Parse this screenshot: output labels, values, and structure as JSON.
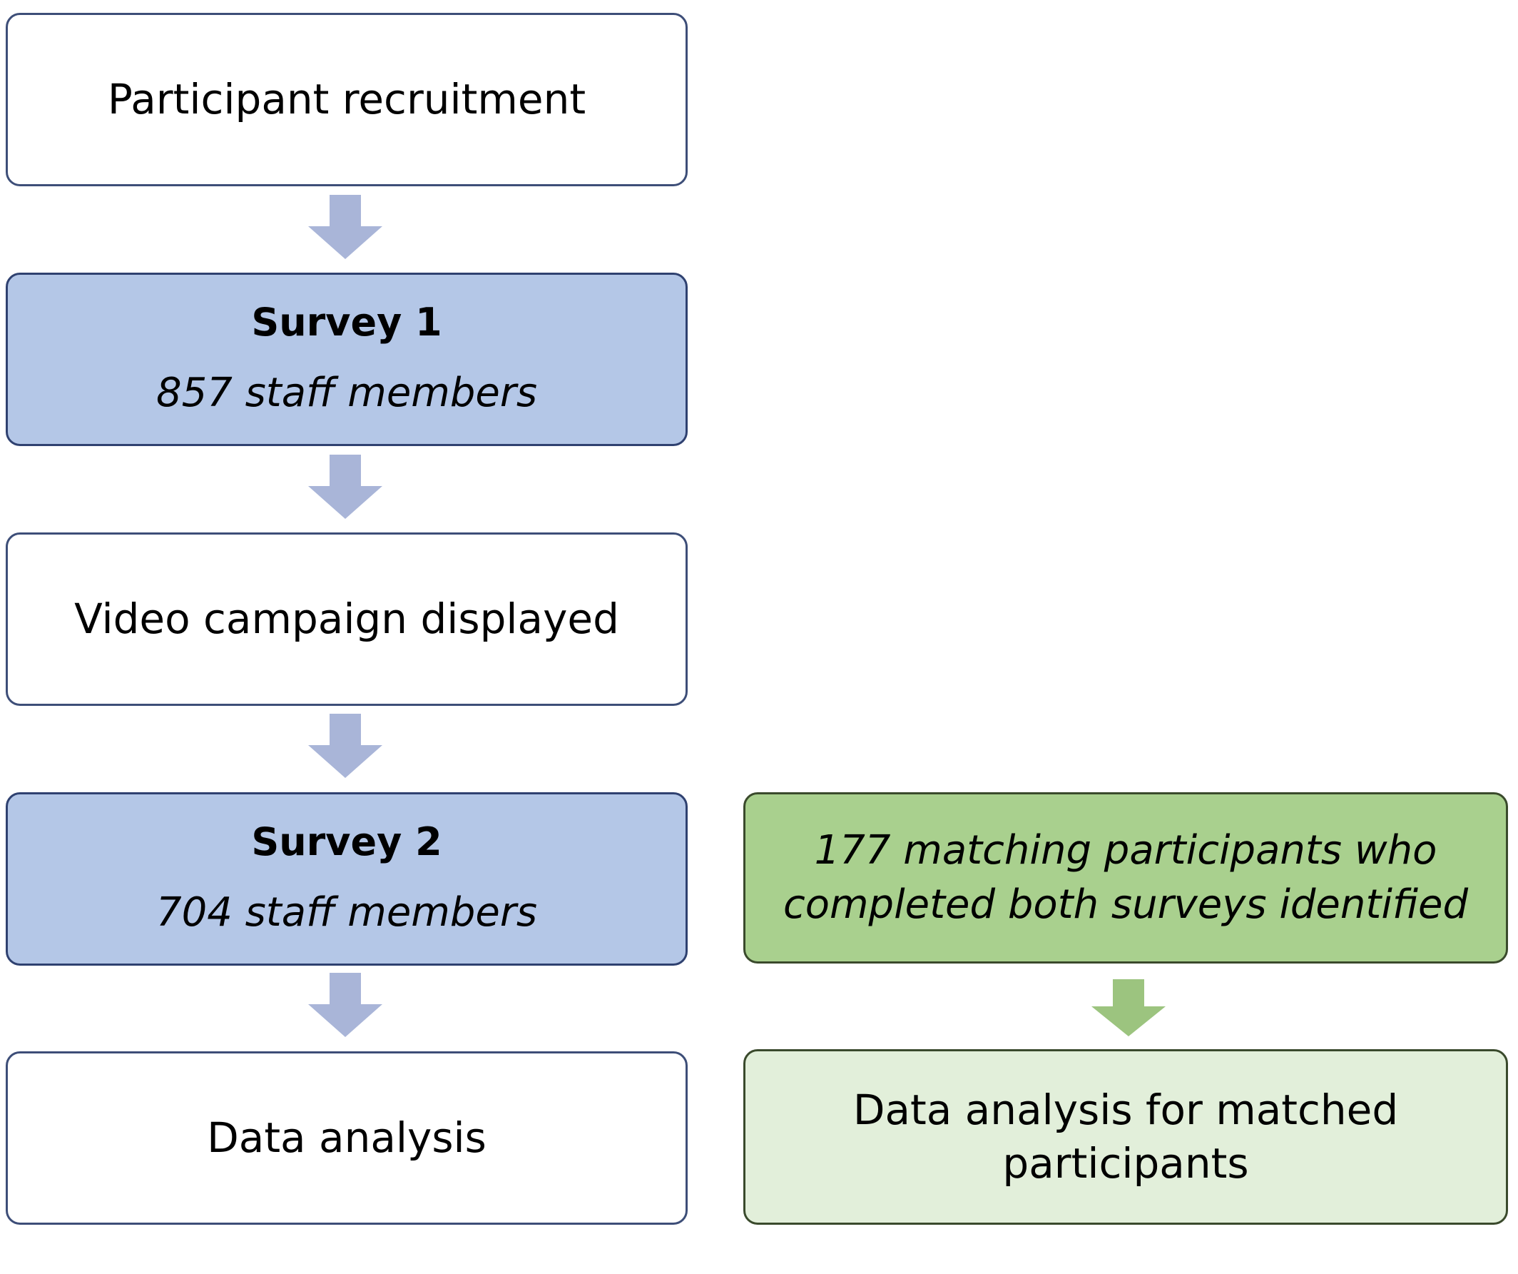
{
  "left_column": {
    "recruitment": "Participant recruitment",
    "survey1": {
      "title": "Survey 1",
      "count": "857 staff members"
    },
    "video": "Video campaign displayed",
    "survey2": {
      "title": "Survey 2",
      "count": "704 staff members"
    },
    "analysis": "Data analysis"
  },
  "right_column": {
    "matching": "177 matching participants who completed both surveys identified",
    "matched_analysis": "Data analysis for matched participants"
  },
  "colors": {
    "blue_box": "#b4c7e7",
    "blue_arrow": "#a9b5d8",
    "green_box_dark": "#a9d08e",
    "green_box_light": "#e2efda",
    "green_arrow": "#9cc47f",
    "border_blue": "#2f4170",
    "border_green": "#3a4a2c"
  }
}
